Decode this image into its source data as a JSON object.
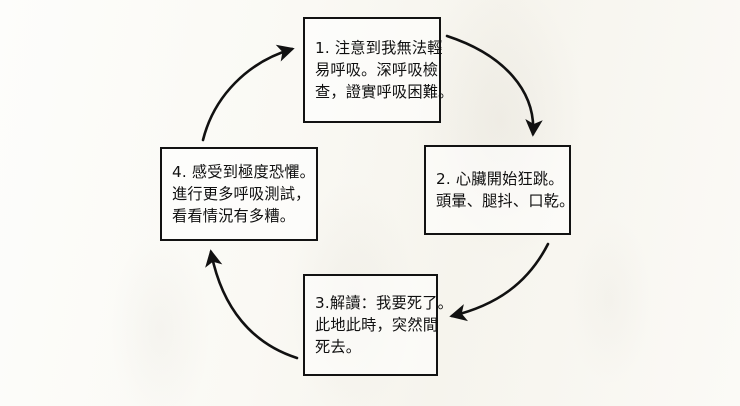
{
  "diagram": {
    "type": "cycle-diagram",
    "direction": "clockwise",
    "title": "",
    "background_color": "#fdfdfb",
    "line_color": "#121212",
    "node_count": 4,
    "nodes": [
      {
        "id": "node-1",
        "number": "1.",
        "lines": [
          "1. 注意到我無法輕",
          "易呼吸。深呼吸檢",
          "查，證實呼吸困難。"
        ]
      },
      {
        "id": "node-2",
        "number": "2.",
        "lines": [
          "2. 心臟開始狂跳。",
          "頭暈、腿抖、口乾。"
        ]
      },
      {
        "id": "node-3",
        "number": "3.",
        "lines": [
          "3.解讀：我要死了。",
          "此地此時，突然間",
          "死去。"
        ]
      },
      {
        "id": "node-4",
        "number": "4.",
        "lines": [
          "4. 感受到極度恐懼。",
          "進行更多呼吸測試，",
          "看看情況有多糟。"
        ]
      }
    ],
    "arrows": [
      {
        "id": "arrow-1-to-2",
        "from": "node-1",
        "to": "node-2",
        "shape": "curved-arc"
      },
      {
        "id": "arrow-2-to-3",
        "from": "node-2",
        "to": "node-3",
        "shape": "curved-arc"
      },
      {
        "id": "arrow-3-to-4",
        "from": "node-3",
        "to": "node-4",
        "shape": "curved-arc"
      },
      {
        "id": "arrow-4-to-1",
        "from": "node-4",
        "to": "node-1",
        "shape": "curved-arc"
      }
    ]
  }
}
